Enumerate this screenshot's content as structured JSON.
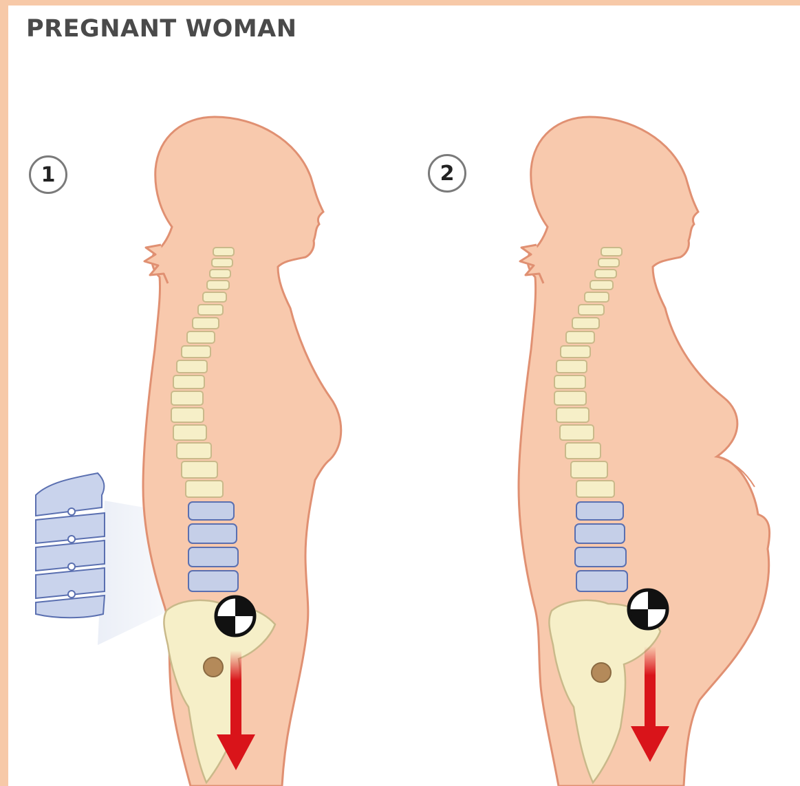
{
  "title": "PREGNANT WOMAN",
  "figures": [
    {
      "marker": "1",
      "description": "non-pregnant"
    },
    {
      "marker": "2",
      "description": "pregnant"
    }
  ],
  "colors": {
    "skin": "#f8c9ad",
    "skin_outline": "#e09072",
    "bone": "#f6efc8",
    "bone_outline": "#c9b98a",
    "lumbar": "#c5cfe8",
    "lumbar_outline": "#5a6fb0",
    "arrow": "#d9141a",
    "border": "#f7c9a8"
  }
}
